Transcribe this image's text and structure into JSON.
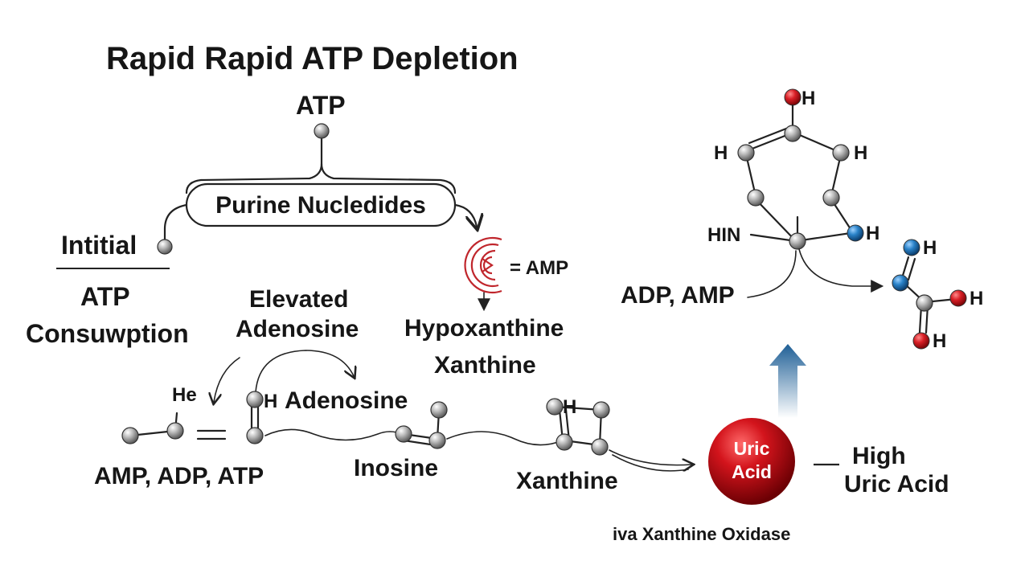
{
  "title": "Rapid Rapid ATP Depletion",
  "labels": {
    "atp_top": "ATP",
    "purine_nucleotides": "Purine Nucledides",
    "initial": "Intitial",
    "atp_consumption_1": "ATP",
    "atp_consumption_2": "Consuwption",
    "amp_symbol": "= AMP",
    "hypoxanthine": "Hypoxanthine",
    "xanthine_mid": "Xanthine",
    "elevated_1": "Elevated",
    "elevated_2": "Adenosine",
    "adenosine": "Adenosine",
    "he": "He",
    "h_adenosine": "H",
    "amp_adp_atp": "AMP, ADP, ATP",
    "inosine": "Inosine",
    "xanthine_bottom": "Xanthine",
    "h_xanthine": "H",
    "uric_acid_1": "Uric",
    "uric_acid_2": "Acid",
    "high_1": "High",
    "high_2": "Uric Acid",
    "oxidase": "iva Xanthine Oxidase",
    "adp_amp": "ADP, AMP",
    "hin": "HIN",
    "h_top": "H",
    "h_left": "H",
    "h_right": "H",
    "h_blue": "H",
    "h_mol_1": "H",
    "h_mol_2": "H",
    "h_mol_3": "H"
  },
  "colors": {
    "text": "#161616",
    "line": "#222222",
    "atom_gray": "#8f8f8f",
    "atom_red": "#d01820",
    "atom_blue": "#1e78c2",
    "uric_red": "#c8141b",
    "arrow_blue": "#2e6a9e",
    "symbol_red": "#c0262c"
  },
  "icons": {
    "amp_symbol": "concentric-arc-icon",
    "up_arrow": "gradient-up-arrow-icon"
  }
}
